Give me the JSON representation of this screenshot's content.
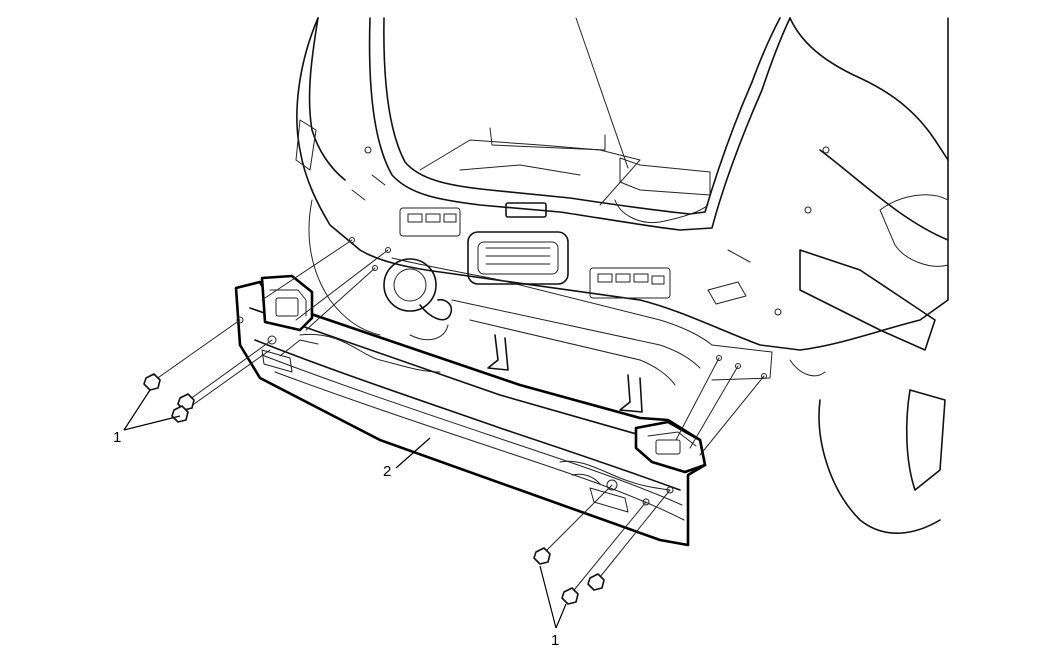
{
  "callouts": {
    "fasteners_left": "1",
    "bar": "2",
    "fasteners_bottom": "1"
  }
}
